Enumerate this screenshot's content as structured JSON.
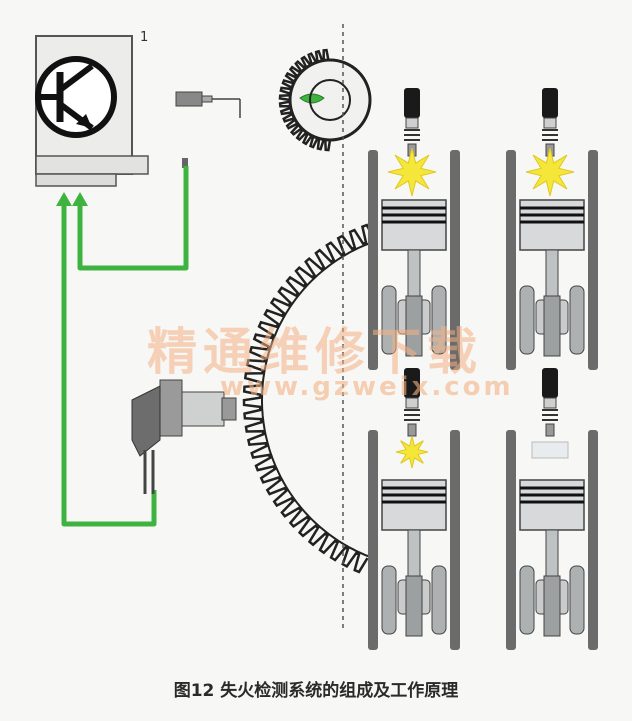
{
  "caption": "图12 失火检测系统的组成及工作原理",
  "ecu": {
    "label": "1"
  },
  "watermark": {
    "text": "精通维修下载",
    "url": "www.gzweix.com"
  },
  "colors": {
    "wire": "#3fb33f",
    "spark": "#f5e63a",
    "cylinder_wall": "#6b6b6b",
    "watermark": "#f4b082"
  },
  "cylinders": [
    {
      "position": "top-left",
      "spark": true,
      "spark_size": "large"
    },
    {
      "position": "top-right",
      "spark": true,
      "spark_size": "large"
    },
    {
      "position": "bottom-left",
      "spark": true,
      "spark_size": "small"
    },
    {
      "position": "bottom-right",
      "spark": false,
      "spark_size": "none"
    }
  ]
}
